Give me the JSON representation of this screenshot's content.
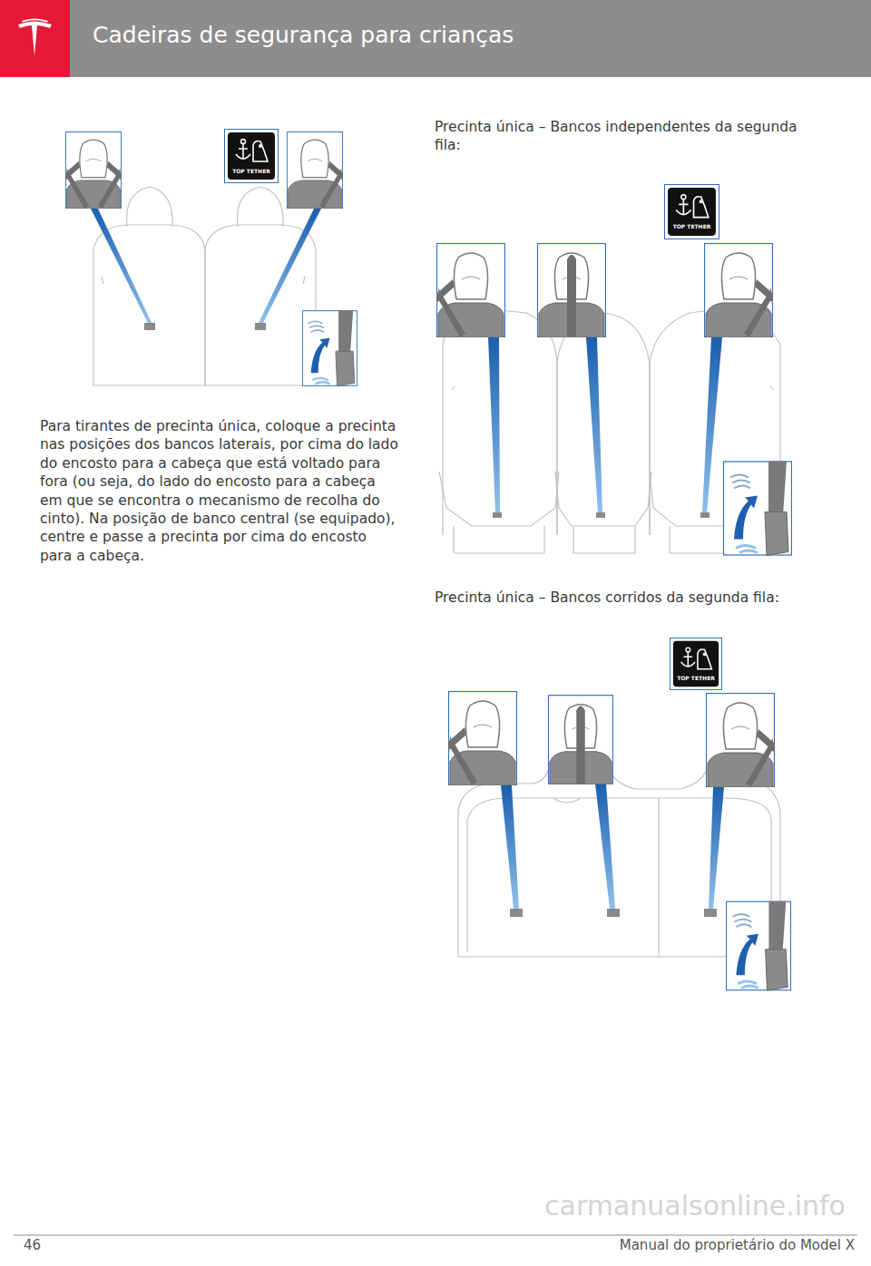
{
  "diagram": {
    "title": "Cadeiras de segurança para crianças",
    "labels": [
      "Para tirantes de precinta única, coloque a precinta nas posições dos bancos laterais, por cima do lado do encosto para a cabeça que está voltado para fora (ou seja, do lado do encosto para a cabeça em que se encontra o mecanismo de recolha do cinto). Na posição de banco central (se equipado), centre e passe a precinta por cima do encosto para a cabeça.",
      "Precinta única – Bancos independentes da segunda fila:",
      "Precinta única – Bancos corridos da segunda fila:",
      "TOP TETHER",
      "TOP TETHER",
      "TOP TETHER",
      "carmanualsonline.info",
      "46",
      "Manual do proprietário do Model X"
    ]
  }
}
